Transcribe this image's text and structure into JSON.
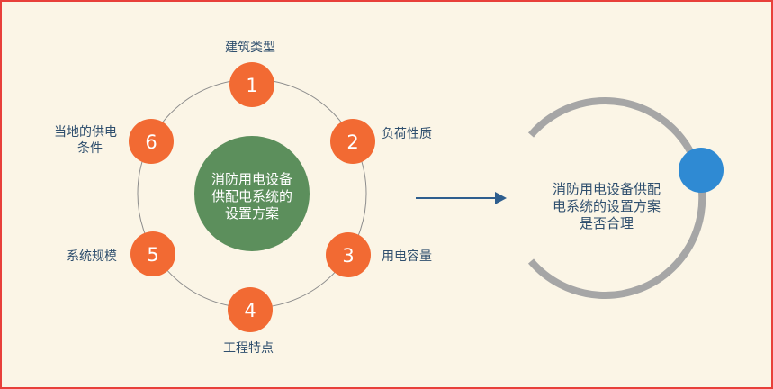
{
  "diagram": {
    "center_text": [
      "消防用电设备",
      "供配电系统的",
      "设置方案"
    ],
    "factors": [
      {
        "num": "1",
        "label": "建筑类型"
      },
      {
        "num": "2",
        "label": "负荷性质"
      },
      {
        "num": "3",
        "label": "用电容量"
      },
      {
        "num": "4",
        "label": "工程特点"
      },
      {
        "num": "5",
        "label": "系统规模"
      },
      {
        "num": "6",
        "label": [
          "当地的供电",
          "条件"
        ]
      }
    ],
    "result_text": [
      "消防用电设备供配",
      "电系统的设置方案",
      "是否合理"
    ]
  },
  "colors": {
    "border": "#e8403a",
    "background": "#fbf5e6",
    "node": "#f26a33",
    "center": "#5c8f5c",
    "arrow": "#2e5e8e",
    "arc": "#a6a6a6",
    "dot": "#2f8ad3",
    "text": "#2f4f6e"
  }
}
